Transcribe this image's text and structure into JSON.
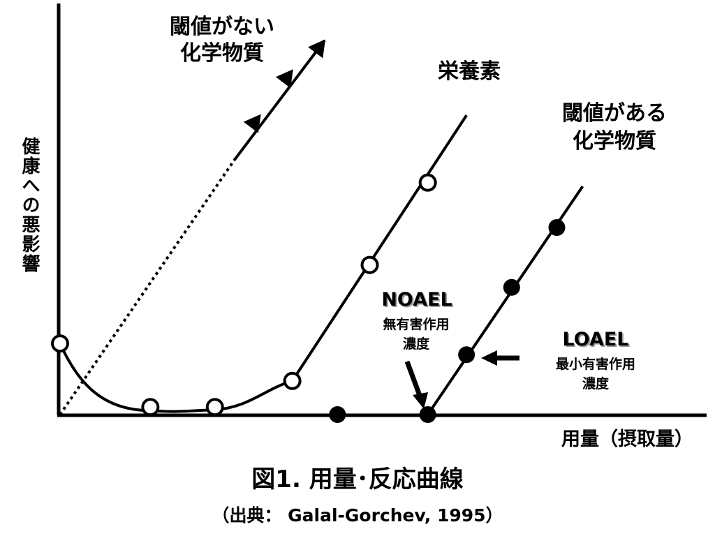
{
  "chart_data": {
    "type": "line",
    "ylabel": "健康への悪影響",
    "xlabel": "用量（摂取量）",
    "title": "図1. 用量･反応曲線",
    "subtitle": "（出典：  Galal-Gorchev, 1995）",
    "series": [
      {
        "name": "閾値がない化学物質",
        "name_lines": [
          "閾値がない",
          "化学物質"
        ],
        "marker": "triangle",
        "x": [
          0.0,
          0.27,
          0.31,
          0.36,
          0.41
        ],
        "y": [
          0.0,
          0.68,
          0.8,
          0.92,
          1.0
        ],
        "extrapolated_segment": [
          0.0,
          0.27
        ],
        "markers_at": [
          2,
          3,
          4
        ]
      },
      {
        "name": "栄養素",
        "marker": "open-circle",
        "x": [
          0.0,
          0.14,
          0.24,
          0.36,
          0.48,
          0.57,
          0.63
        ],
        "y": [
          0.19,
          0.02,
          0.02,
          0.09,
          0.4,
          0.62,
          0.8
        ],
        "markers_at": [
          0,
          1,
          2,
          3,
          4,
          5
        ]
      },
      {
        "name": "閾値がある化学物質",
        "name_lines": [
          "閾値がある",
          "化学物質"
        ],
        "marker": "filled-circle",
        "x": [
          0.43,
          0.57,
          0.63,
          0.7,
          0.77,
          0.81
        ],
        "y": [
          0.0,
          0.0,
          0.16,
          0.34,
          0.5,
          0.61
        ],
        "markers_at": [
          0,
          1,
          2,
          3,
          4
        ]
      }
    ],
    "annotations": [
      {
        "title": "NOAEL",
        "lines": [
          "無有害作用",
          "濃度"
        ]
      },
      {
        "title": "LOAEL",
        "lines": [
          "最小有害作用",
          "濃度"
        ]
      }
    ],
    "grid": false,
    "legend": "none"
  },
  "colors": {
    "ink": "#000000",
    "background": "#ffffff",
    "label_shadow": "#9a9a9a"
  }
}
